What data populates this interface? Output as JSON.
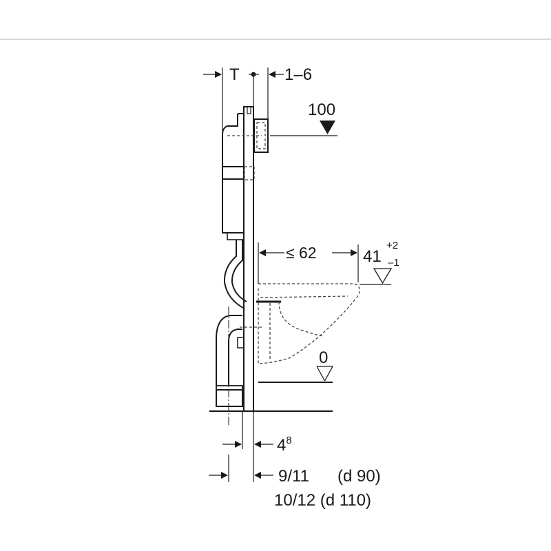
{
  "drawing": {
    "width_label": "T",
    "offset_label": "1–6",
    "actuator_height": "100",
    "bowl_projection": "≤ 62",
    "bowl_height": "41",
    "bowl_height_tol_plus": "+2",
    "bowl_height_tol_minus": "–1",
    "floor_level": "0",
    "frame_leg": "4",
    "frame_leg_sup": "8",
    "depth_d90": "9/11",
    "depth_d90_pipe": "(d 90)",
    "depth_d110": "10/12 (d 110)"
  },
  "colors": {
    "line": "#1a1a1a",
    "rule": "#cccccc"
  }
}
